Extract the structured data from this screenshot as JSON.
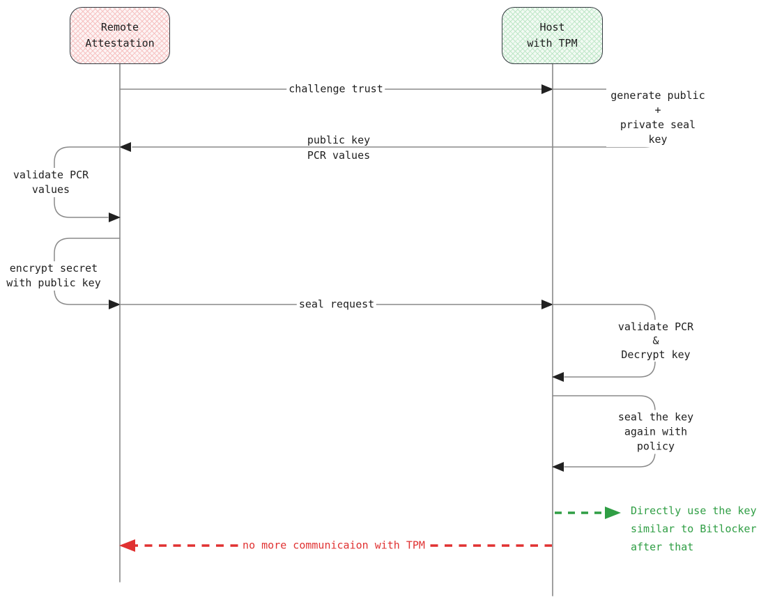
{
  "diagram": {
    "type": "sequence-diagram",
    "actors": {
      "remote": {
        "label": "Remote\nAttestation",
        "fill": "pink-crosshatch"
      },
      "host": {
        "label": "Host\nwith TPM",
        "fill": "green-crosshatch"
      }
    },
    "labels": {
      "challenge": "challenge trust",
      "generate": "generate public +\nprivate seal key",
      "public_key": "public key\nPCR values",
      "validate_pcr": "validate PCR\nvalues",
      "encrypt": "encrypt secret\nwith public key",
      "seal_request": "seal request",
      "validate_decrypt": "validate PCR\n&\nDecrypt key",
      "seal_again": "seal the key\nagain with policy",
      "direct_use": "Directly use the key\nsimilar to Bitlocker\nafter that",
      "no_more": "no more communicaion with TPM"
    },
    "colors": {
      "background": "#ffffff",
      "line": "#8a8a8a",
      "lifeline": "#909090",
      "arrowhead": "#212121",
      "border": "#343a40",
      "text": "#1e1e1e",
      "green": "#2f9e44",
      "red": "#e03131",
      "pink_hatch": "#f6c2c2",
      "pink_bg": "#fdf4f4",
      "green_hatch": "#bfe7c8",
      "green_bg": "#f2faf3"
    }
  }
}
